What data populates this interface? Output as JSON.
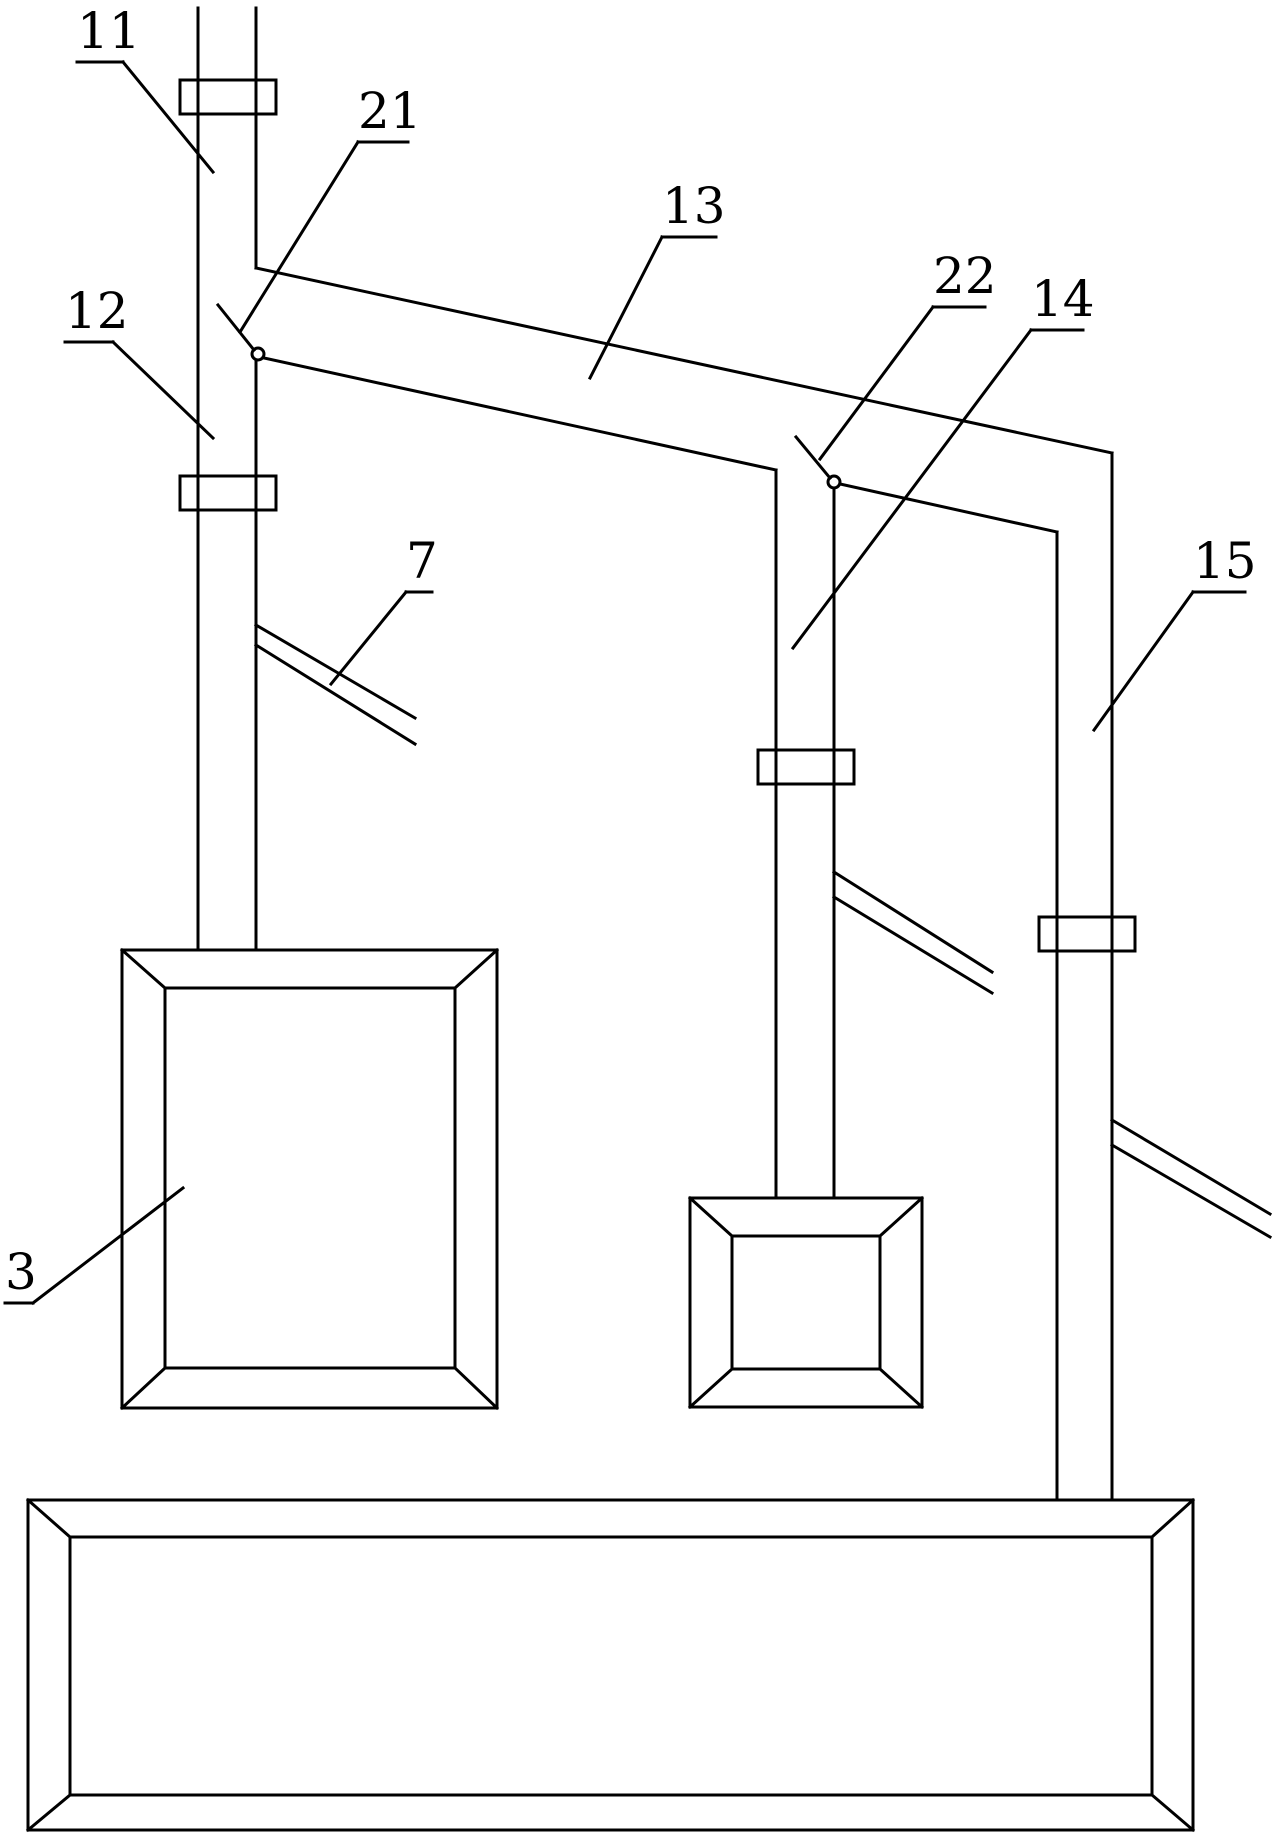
{
  "labels": {
    "l11": "11",
    "l21": "21",
    "l13": "13",
    "l22": "22",
    "l14": "14",
    "l12": "12",
    "l7": "7",
    "l15": "15",
    "l3": "3"
  }
}
